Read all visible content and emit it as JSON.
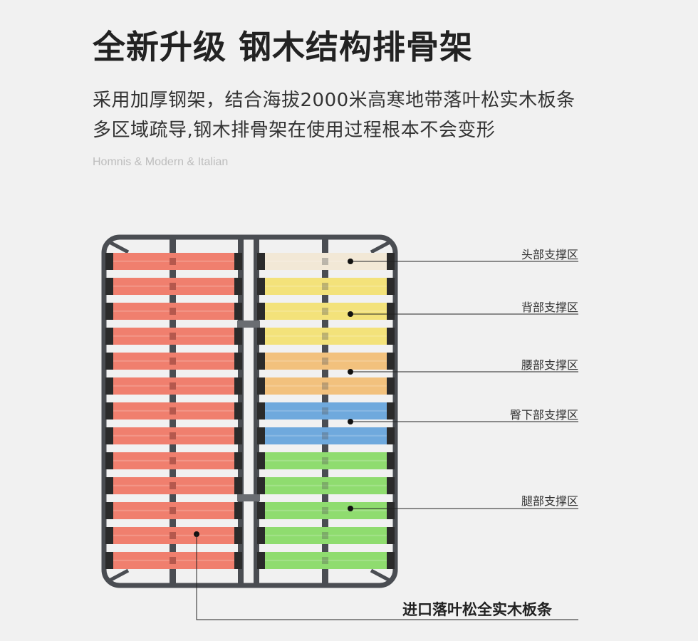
{
  "header": {
    "title": "全新升级 钢木结构排骨架",
    "subtitle_line1": "采用加厚钢架，结合海拔2000米高寒地带落叶松实木板条",
    "subtitle_line2": "多区域疏导,钢木排骨架在使用过程根本不会变形",
    "tagline": "Homnis & Modern & Italian"
  },
  "zones": [
    {
      "label": "头部支撑区",
      "color": "#f2e8d6"
    },
    {
      "label": "背部支撑区",
      "color": "#f3e27a"
    },
    {
      "label": "腰部支撑区",
      "color": "#f2c17d"
    },
    {
      "label": "臀下部支撑区",
      "color": "#6fa9dd"
    },
    {
      "label": "腿部支撑区",
      "color": "#8fdc6f"
    }
  ],
  "left_panel": {
    "color": "#f07f6e"
  },
  "bottom_label": "进口落叶松全实木板条",
  "frame_color": "#4a4d52"
}
